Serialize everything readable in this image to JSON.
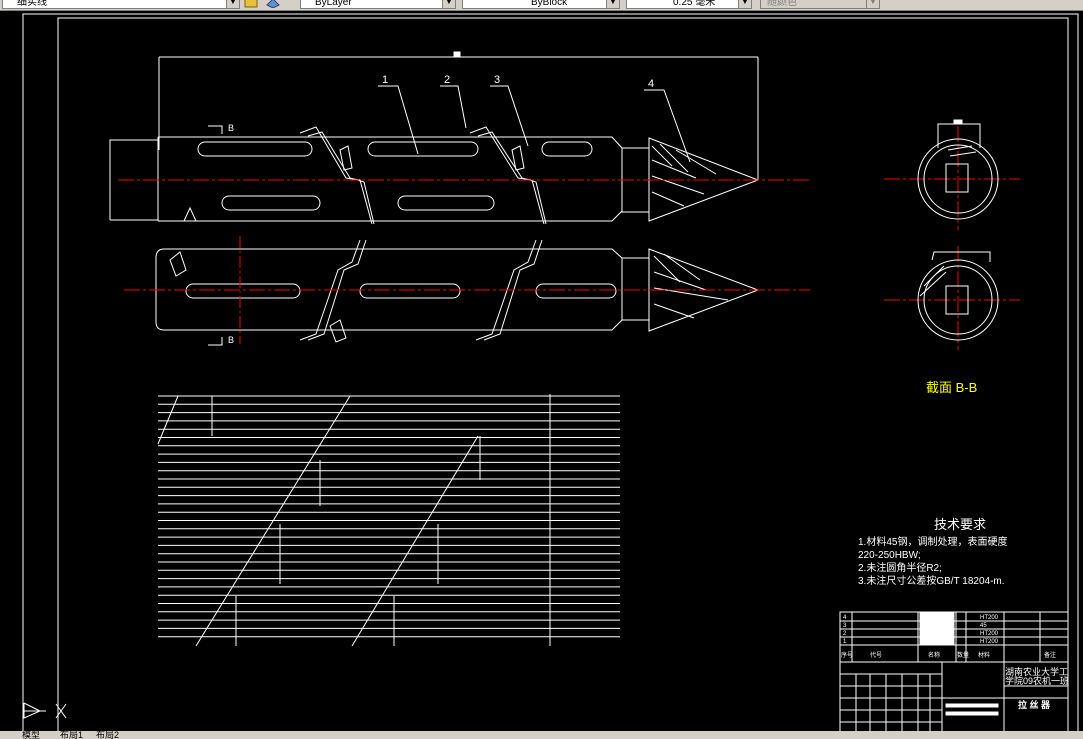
{
  "toolbar": {
    "linetype_combo": "细实线",
    "color_combo": "ByLayer",
    "lineweight_combo": "ByBlock",
    "scale_combo": "0.25 毫米",
    "plotstyle_combo": "随颜色"
  },
  "drawing": {
    "balloons": [
      "1",
      "2",
      "3",
      "4"
    ],
    "section_mark": "B",
    "section_title": "截面  B-B",
    "tech_title": "技术要求",
    "tech_lines": [
      "1.材料45钢，调制处理，表面硬度",
      "220-250HBW;",
      "2.未注圆角半径R2;",
      "3.未注尺寸公差按GB/T 18204-m."
    ]
  },
  "title_block": {
    "rows": [
      {
        "no": "4",
        "material": "HT200"
      },
      {
        "no": "3",
        "material": "45"
      },
      {
        "no": "2",
        "material": "HT200"
      },
      {
        "no": "1",
        "material": "HT200"
      }
    ],
    "headers": [
      "序号",
      "代号",
      "名称",
      "数量",
      "材料",
      "备注"
    ],
    "school": [
      "湖南农业大学工",
      "学院09农机一班"
    ],
    "drawing_name": "拉 丝 器"
  },
  "status": {
    "items": [
      "模型",
      "布局1",
      "布局2"
    ]
  },
  "colors": {
    "background": "#000000",
    "line": "#ffffff",
    "centerline": "#ff0000",
    "section_title": "#ffff00",
    "toolbar": "#d4d0c8"
  }
}
